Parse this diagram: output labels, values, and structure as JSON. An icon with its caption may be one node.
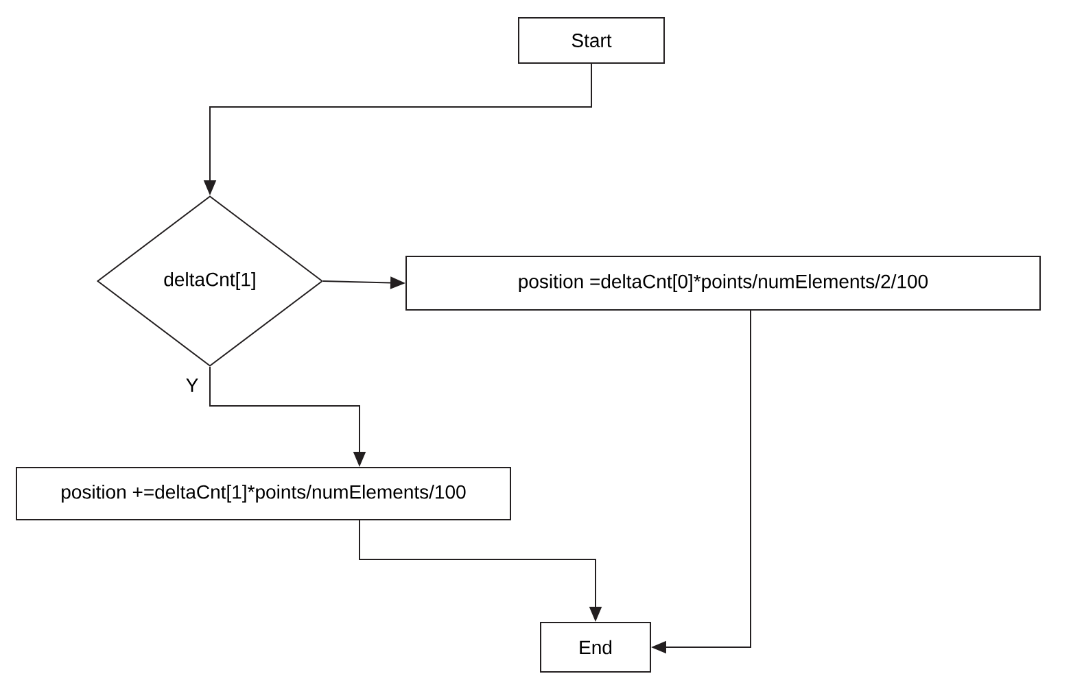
{
  "diagram": {
    "nodes": [
      {
        "text": [
          "Start"
        ]
      },
      {
        "text": [
          "deltaCnt[1]"
        ]
      },
      {
        "text": [
          "position =deltaCnt[0]*points/numElements/2/100"
        ]
      },
      {
        "text": [
          "position +=deltaCnt[1]*points/numElements/100"
        ]
      },
      {
        "text": [
          "End"
        ]
      }
    ],
    "edges": [
      {
        "from": 0,
        "to": 1,
        "arrow": "to"
      },
      {
        "from": 1,
        "to": 2,
        "arrow": "to"
      },
      {
        "from": 1,
        "to": 3,
        "arrow": "to",
        "label": "Y"
      },
      {
        "from": 3,
        "to": 4,
        "arrow": "to"
      },
      {
        "from": 2,
        "to": 4,
        "arrow": "to"
      }
    ]
  }
}
